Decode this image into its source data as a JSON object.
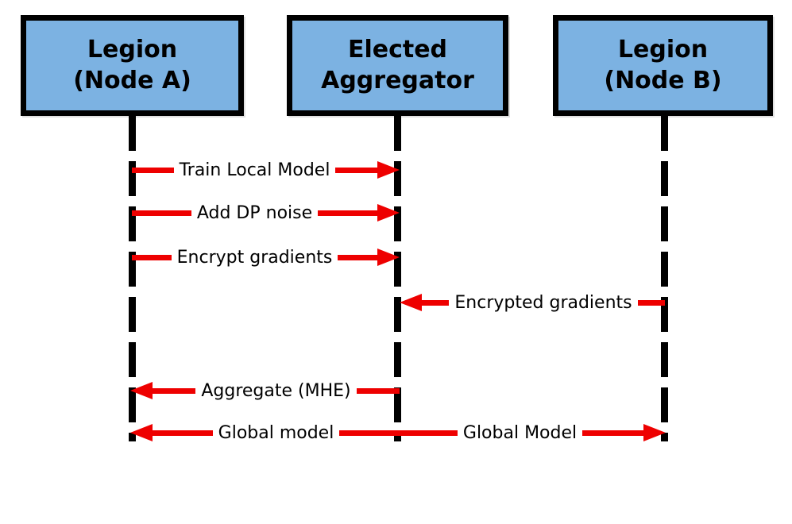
{
  "colors": {
    "box_fill": "#7CB2E2",
    "box_border": "#000000",
    "arrow": "#EE0000",
    "lifeline": "#000000",
    "background": "#FFFFFF",
    "text": "#000000"
  },
  "diagram": {
    "type": "sequence-diagram",
    "actors": [
      {
        "line1": "Legion",
        "line2": "(Node A)"
      },
      {
        "line1": "Elected",
        "line2": "Aggregator"
      },
      {
        "line1": "Legion",
        "line2": "(Node B)"
      }
    ],
    "messages": [
      {
        "label": "Train Local Model",
        "from": "Legion (Node A)",
        "to": "Elected Aggregator",
        "direction": "right"
      },
      {
        "label": "Add DP noise",
        "from": "Legion (Node A)",
        "to": "Elected Aggregator",
        "direction": "right"
      },
      {
        "label": "Encrypt gradients",
        "from": "Legion (Node A)",
        "to": "Elected Aggregator",
        "direction": "right"
      },
      {
        "label": "Encrypted gradients",
        "from": "Legion (Node B)",
        "to": "Elected Aggregator",
        "direction": "left"
      },
      {
        "label": "Aggregate (MHE)",
        "from": "Elected Aggregator",
        "to": "Legion (Node A)",
        "direction": "left"
      },
      {
        "label": "Global model",
        "from": "Elected Aggregator",
        "to": "Legion (Node A)",
        "direction": "left"
      },
      {
        "label": "Global Model",
        "from": "Elected Aggregator",
        "to": "Legion (Node B)",
        "direction": "right"
      }
    ]
  }
}
